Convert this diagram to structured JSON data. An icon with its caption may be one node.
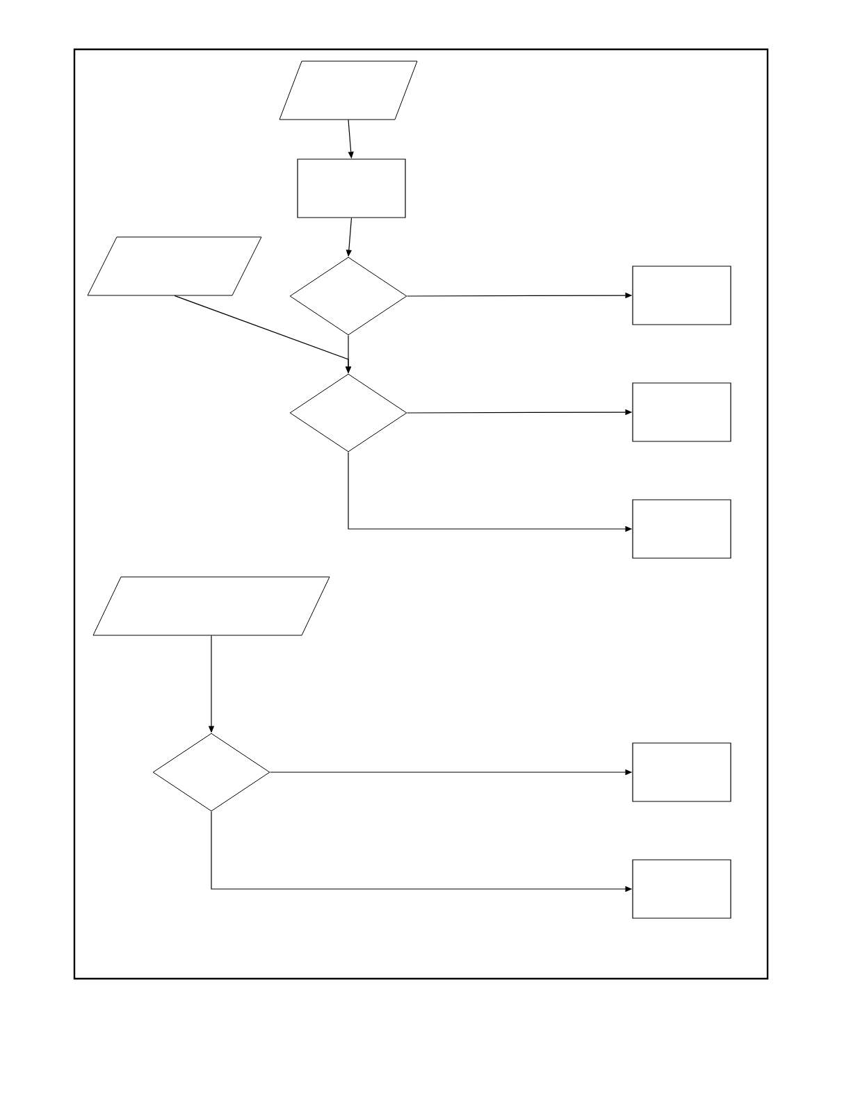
{
  "diagram": {
    "nodes": [
      {
        "text": [],
        "shape": "parallelogram"
      },
      {
        "text": [],
        "shape": "box"
      },
      {
        "text": [],
        "shape": "parallelogram"
      },
      {
        "text": [],
        "shape": "diamond"
      },
      {
        "text": [],
        "shape": "box"
      },
      {
        "text": [],
        "shape": "diamond"
      },
      {
        "text": [],
        "shape": "box"
      },
      {
        "text": [],
        "shape": "box"
      },
      {
        "text": [],
        "shape": "parallelogram"
      },
      {
        "text": [],
        "shape": "diamond"
      },
      {
        "text": [],
        "shape": "box"
      },
      {
        "text": [],
        "shape": "box"
      }
    ],
    "edges": [
      {
        "from": 0,
        "to": 1,
        "arrow": "to"
      },
      {
        "from": 1,
        "to": 3,
        "arrow": "to"
      },
      {
        "from": 3,
        "to": 4,
        "arrow": "to"
      },
      {
        "from": 2,
        "to": 5,
        "arrow": "to"
      },
      {
        "from": 3,
        "to": 5,
        "arrow": "to"
      },
      {
        "from": 5,
        "to": 6,
        "arrow": "to"
      },
      {
        "from": 5,
        "to": 7,
        "arrow": "to"
      },
      {
        "from": 8,
        "to": 9,
        "arrow": "to"
      },
      {
        "from": 9,
        "to": 10,
        "arrow": "to"
      },
      {
        "from": 9,
        "to": 11,
        "arrow": "to"
      }
    ]
  }
}
